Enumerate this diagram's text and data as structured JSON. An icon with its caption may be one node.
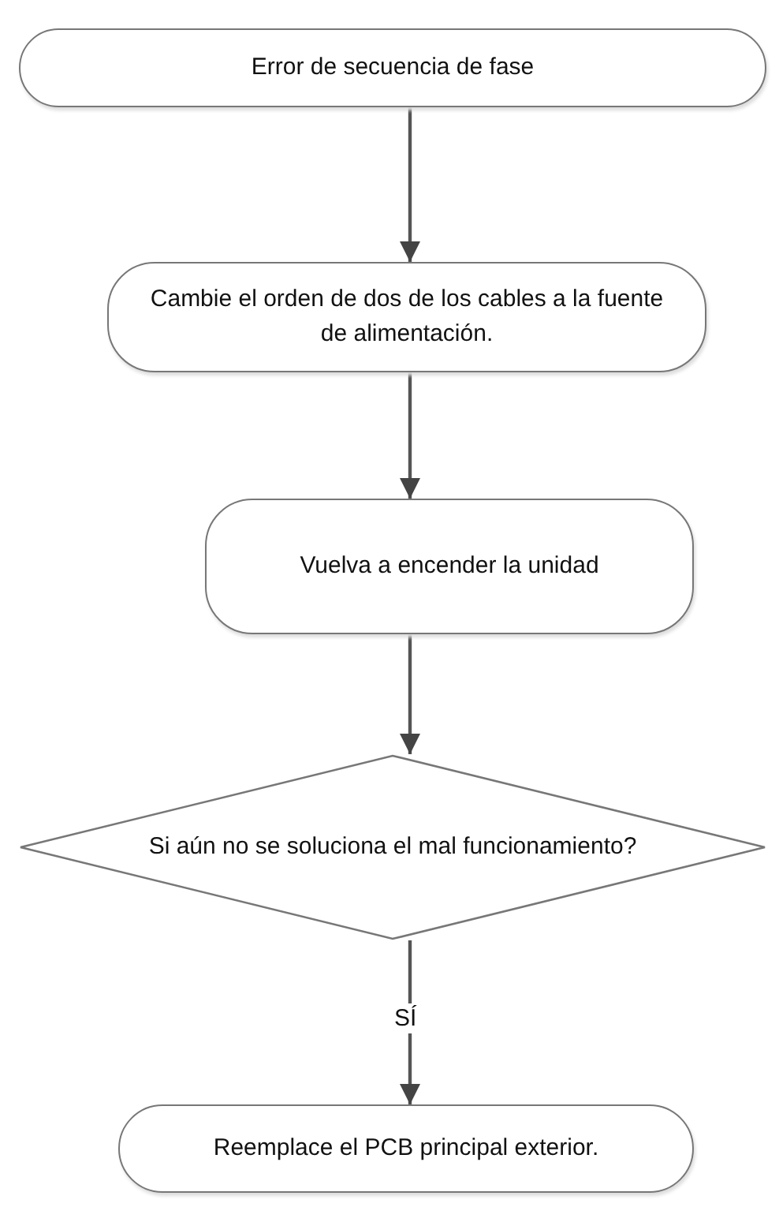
{
  "diagram": {
    "nodes": [
      {
        "text": [
          "Error de secuencia de fase"
        ]
      },
      {
        "text": [
          "Cambie el orden de dos de los cables a la fuente de alimentación."
        ]
      },
      {
        "text": [
          "Vuelva a encender la unidad"
        ]
      },
      {
        "text": [
          "Si aún no se soluciona el mal funcionamiento?"
        ]
      },
      {
        "text": [
          "Reemplace el PCB principal exterior."
        ]
      }
    ],
    "edges": [
      {
        "from": 0,
        "to": 1,
        "arrow": "to"
      },
      {
        "from": 1,
        "to": 2,
        "arrow": "to"
      },
      {
        "from": 2,
        "to": 3,
        "arrow": "to"
      },
      {
        "from": 3,
        "to": 4,
        "arrow": "to",
        "label": "SÍ"
      }
    ]
  }
}
